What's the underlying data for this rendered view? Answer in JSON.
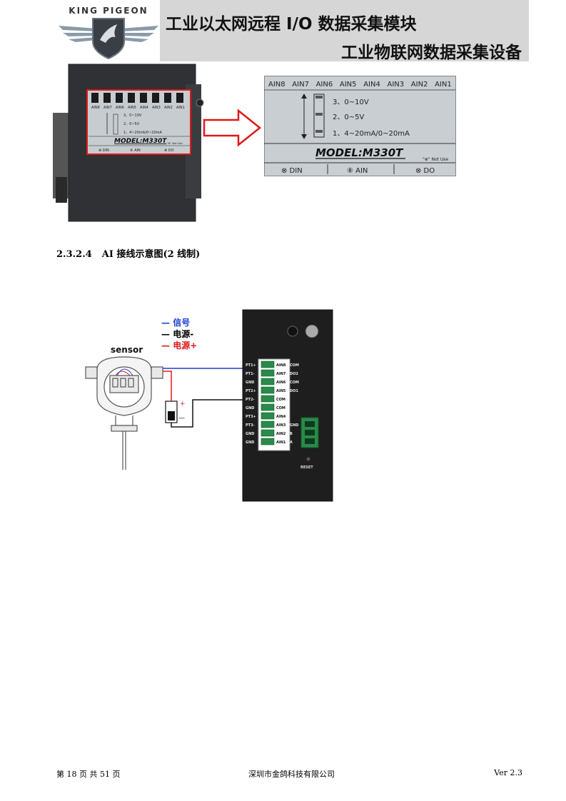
{
  "header": {
    "logo_text": "KING PIGEON",
    "title_main": "工业以太网远程 I/O 数据采集模块",
    "title_sub": "工业物联网数据采集设备",
    "colors": {
      "band": "#d6d6d6"
    }
  },
  "device_label_closeup": {
    "channels": [
      "AIN8",
      "AIN7",
      "AIN6",
      "AIN5",
      "AIN4",
      "AIN3",
      "AIN2",
      "AIN1"
    ],
    "ranges": [
      "3、0~10V",
      "2、0~5V",
      "1、4~20mA/0~20mA"
    ],
    "model": "MODEL:M330T",
    "note": "\"⊗\" Not Use",
    "bottom_labels": [
      "⊗ DIN",
      "⑧ AIN",
      "⊗ DO"
    ]
  },
  "device_label_small": {
    "ranges": [
      "3、0~10V",
      "2、0~5V",
      "1、4~20mA/0~20mA"
    ],
    "model": "MODEL:M330T",
    "note": "\"⊗\" Not Use",
    "bottom_labels": [
      "⊗ DIN",
      "⑧ AIN",
      "⊗ DO"
    ]
  },
  "section": {
    "number": "2.3.2.4",
    "title": "AI 接线示意图(2 线制)"
  },
  "wiring": {
    "legend": [
      {
        "symbol": "—",
        "label": "信号",
        "color": "#1a3fd6"
      },
      {
        "symbol": "—",
        "label": "电源-",
        "color": "#000000"
      },
      {
        "symbol": "—",
        "label": "电源+",
        "color": "#e01818"
      }
    ],
    "sensor_label": "sensor",
    "battery_plus": "+",
    "battery_minus": "—",
    "left_pins": [
      "PT1+",
      "PT1-",
      "GND",
      "PT2+",
      "PT2-",
      "GND",
      "PT3+",
      "PT3-",
      "GND",
      "GND"
    ],
    "right_pins": [
      "AIN8",
      "AIN7",
      "AIN6",
      "AIN5",
      "COM",
      "COM",
      "AIN4",
      "AIN3",
      "AIN2",
      "AIN1"
    ],
    "side_labels": [
      "COM",
      "DO2",
      "COM",
      "DO1",
      "",
      "",
      "",
      "GND",
      "B",
      "A"
    ],
    "reset_label": "RESET"
  },
  "footer": {
    "page": "第 18 页 共 51 页",
    "company": "深圳市金鸽科技有限公司",
    "version": "Ver 2.3"
  }
}
